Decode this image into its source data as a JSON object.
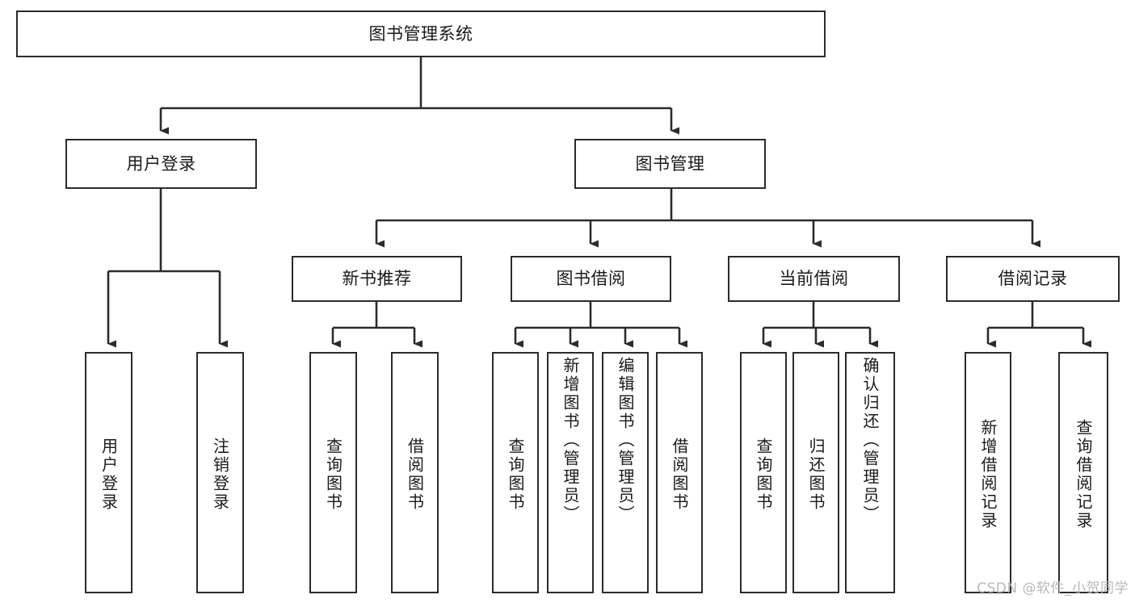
{
  "diagram": {
    "type": "tree-hierarchy-chart",
    "title": "图书管理系统",
    "watermark": "CSDN @软件_小贺同学",
    "colors": {
      "box_stroke": "#2b2b2b",
      "box_fill": "#ffffff",
      "connector": "#2b2b2b",
      "text": "#1a1a1a",
      "watermark": "#b9b9b9",
      "background": "#ffffff"
    },
    "root": {
      "label": "图书管理系统",
      "orientation": "horizontal"
    },
    "level2": [
      {
        "label": "用户登录",
        "orientation": "horizontal"
      },
      {
        "label": "图书管理",
        "orientation": "horizontal"
      }
    ],
    "level3": [
      {
        "label": "新书推荐",
        "orientation": "horizontal"
      },
      {
        "label": "图书借阅",
        "orientation": "horizontal"
      },
      {
        "label": "当前借阅",
        "orientation": "horizontal"
      },
      {
        "label": "借阅记录",
        "orientation": "horizontal"
      }
    ],
    "leaves": {
      "user_login": [
        {
          "label": "用户登录",
          "orientation": "vertical"
        },
        {
          "label": "注销登录",
          "orientation": "vertical"
        }
      ],
      "new_book_recommend": [
        {
          "label": "查询图书",
          "orientation": "vertical"
        },
        {
          "label": "借阅图书",
          "orientation": "vertical"
        }
      ],
      "book_borrow": [
        {
          "label": "查询图书",
          "orientation": "vertical"
        },
        {
          "label": "新增图书（管理员）",
          "orientation": "vertical"
        },
        {
          "label": "编辑图书（管理员）",
          "orientation": "vertical"
        },
        {
          "label": "借阅图书",
          "orientation": "vertical"
        }
      ],
      "current_borrow": [
        {
          "label": "查询图书",
          "orientation": "vertical"
        },
        {
          "label": "归还图书",
          "orientation": "vertical"
        },
        {
          "label": "确认归还（管理员）",
          "orientation": "vertical"
        }
      ],
      "borrow_record": [
        {
          "label": "新增借阅记录",
          "orientation": "vertical"
        },
        {
          "label": "查询借阅记录",
          "orientation": "vertical"
        }
      ]
    }
  }
}
